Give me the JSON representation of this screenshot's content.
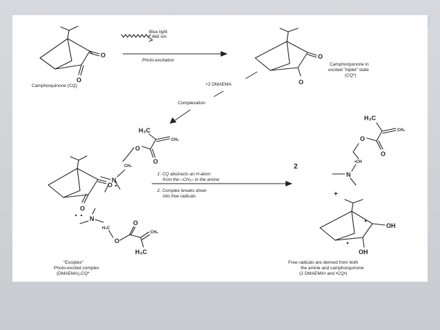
{
  "badge_text": "",
  "labels": {
    "blue_light_1": "Blue light",
    "blue_light_2": "468 nm",
    "photo_excitation": "Photo-excitation",
    "camphorquinone": "Camphorquinone (CQ)",
    "triplet_1": "Camphorquinone in",
    "triplet_2": "excited \"triplet\" state",
    "triplet_3": "(CQ*)",
    "plus_dmaema": "+2 DMAEMA",
    "complexation": "Complexation",
    "step_1a": "1. CQ abstracts an H-atom",
    "step_1b": "from the –CH₂– in the amine",
    "step_2a": "2. Complex breaks down",
    "step_2b": "into free radicals",
    "exciplex_1": "\"Exciplex\"",
    "exciplex_2": "Photo-excited complex",
    "exciplex_3": "(DMAEMA)₂CQ*",
    "free_1": "Free radicals are derived from both",
    "free_2": "the amine and camphorquinone",
    "free_3": "(2 DMAEMA• and •CQ•)",
    "coefficient": "2",
    "plus_sign": "+"
  },
  "atoms": {
    "oxygen": "O",
    "nitrogen": "N",
    "methyl_h3c": "H₃C",
    "methylene_ch2": "CH₂",
    "radical_ch": "•CH",
    "hydroxyl": "OH",
    "methylene_h2c": "H₂C"
  }
}
